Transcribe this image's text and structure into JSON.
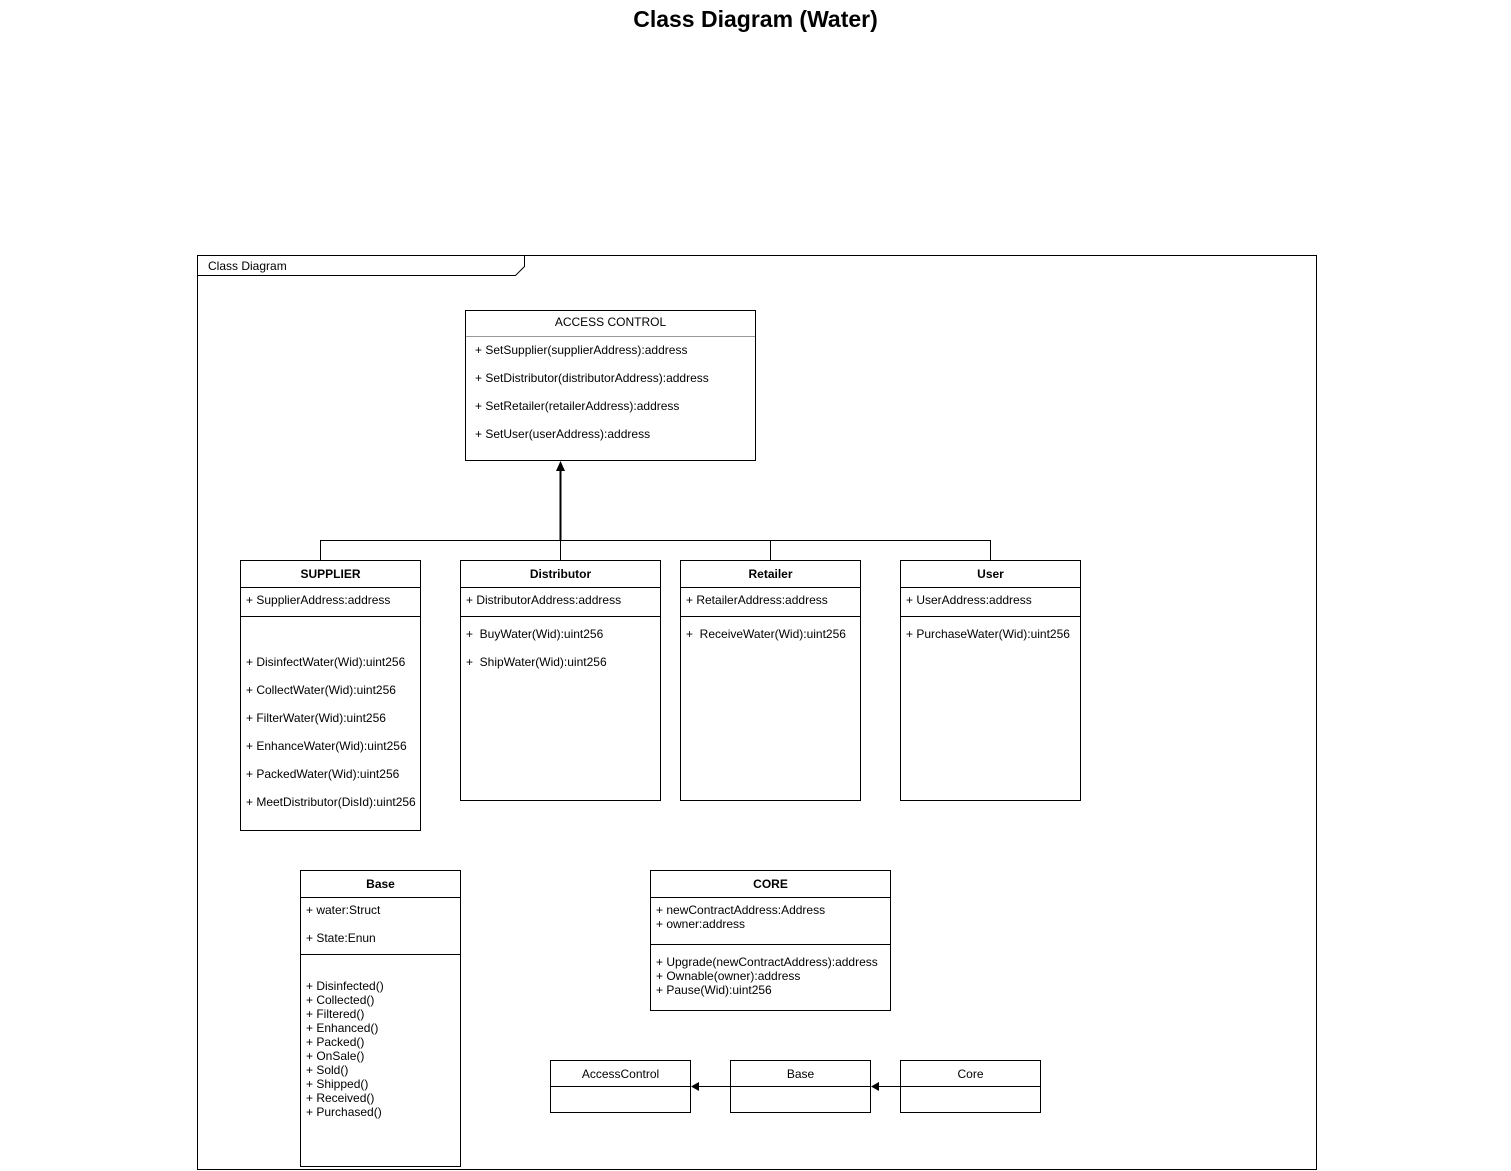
{
  "title": "Class Diagram (Water)",
  "frame": {
    "label": "Class Diagram"
  },
  "access_control": {
    "name": "ACCESS CONTROL",
    "methods": [
      "+ SetSupplier(supplierAddress):address",
      "+ SetDistributor(distributorAddress):address",
      "+ SetRetailer(retailerAddress):address",
      "+ SetUser(userAddress):address"
    ]
  },
  "supplier": {
    "name": "SUPPLIER",
    "attributes": [
      "+ SupplierAddress:address"
    ],
    "methods": [
      "+ DisinfectWater(Wid):uint256",
      "+ CollectWater(Wid):uint256",
      "+ FilterWater(Wid):uint256",
      "+ EnhanceWater(Wid):uint256",
      "+ PackedWater(Wid):uint256",
      "+ MeetDistributor(DisId):uint256"
    ]
  },
  "distributor": {
    "name": "Distributor",
    "attributes": [
      "+ DistributorAddress:address"
    ],
    "methods": [
      "+  BuyWater(Wid):uint256",
      "+  ShipWater(Wid):uint256"
    ]
  },
  "retailer": {
    "name": "Retailer",
    "attributes": [
      "+ RetailerAddress:address"
    ],
    "methods": [
      "+  ReceiveWater(Wid):uint256"
    ]
  },
  "user": {
    "name": "User",
    "attributes": [
      "+ UserAddress:address"
    ],
    "methods": [
      "+ PurchaseWater(Wid):uint256"
    ]
  },
  "base": {
    "name": "Base",
    "attributes": [
      "+ water:Struct",
      "+ State:Enun"
    ],
    "methods": [
      "+ Disinfected()",
      "+ Collected()",
      "+ Filtered()",
      "+ Enhanced()",
      "+ Packed()",
      "+ OnSale()",
      "+ Sold()",
      "+ Shipped()",
      "+ Received()",
      "+ Purchased()"
    ]
  },
  "core": {
    "name": "CORE",
    "attributes": [
      "+ newContractAddress:Address",
      "+ owner:address"
    ],
    "methods": [
      "+ Upgrade(newContractAddress):address",
      "+ Ownable(owner):address",
      "+ Pause(Wid):uint256"
    ]
  },
  "inheritance_chain": {
    "access_control": "AccessControl",
    "base": "Base",
    "core": "Core"
  }
}
